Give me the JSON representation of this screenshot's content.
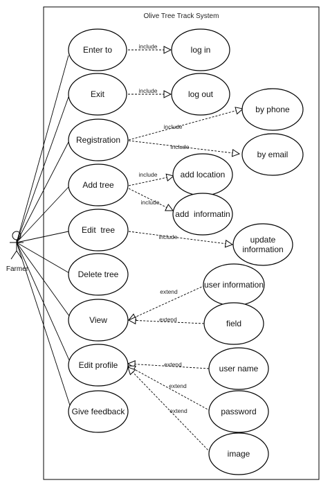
{
  "system": {
    "title": "Olive Tree Track System"
  },
  "actor": {
    "name": "Farmer"
  },
  "use_cases": {
    "enter_to": "Enter to",
    "exit": "Exit",
    "registration": "Registration",
    "add_tree": "Add tree",
    "edit_tree": "Edit  tree",
    "delete_tree": "Delete tree",
    "view": "View",
    "edit_profile": "Edit profile",
    "give_feedback": "Give feedback",
    "log_in": "log in",
    "log_out": "log out",
    "by_phone": "by phone",
    "by_email": "by email",
    "add_location": "add location",
    "add_informatin": "add  informatin",
    "update_information_1": "update",
    "update_information_2": "information",
    "user_information": "user information",
    "field": "field",
    "user_name": "user name",
    "password": "password",
    "image": "image"
  },
  "relations": {
    "include": "include",
    "extend": "extend"
  }
}
